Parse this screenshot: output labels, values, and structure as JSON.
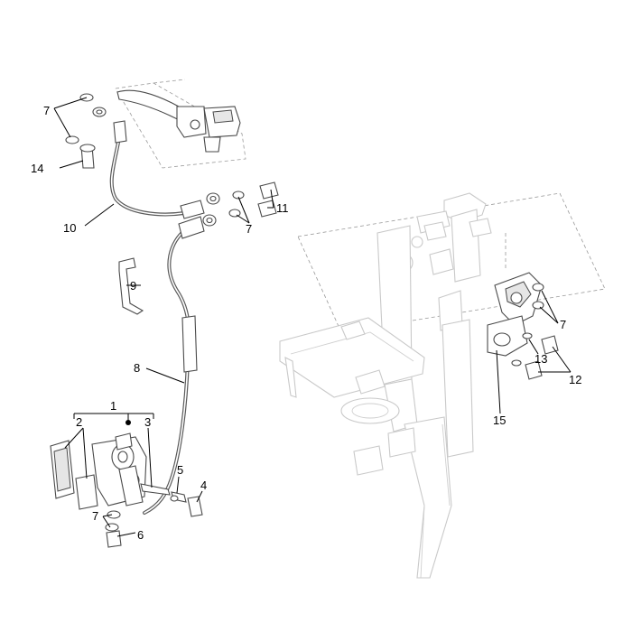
{
  "diagram": {
    "callouts": [
      {
        "id": "c1",
        "text": "1"
      },
      {
        "id": "c2",
        "text": "2"
      },
      {
        "id": "c3",
        "text": "3"
      },
      {
        "id": "c4",
        "text": "4"
      },
      {
        "id": "c5",
        "text": "5"
      },
      {
        "id": "c6",
        "text": "6"
      },
      {
        "id": "c7a",
        "text": "7"
      },
      {
        "id": "c7b",
        "text": "7"
      },
      {
        "id": "c7c",
        "text": "7"
      },
      {
        "id": "c7d",
        "text": "7"
      },
      {
        "id": "c8",
        "text": "8"
      },
      {
        "id": "c9",
        "text": "9"
      },
      {
        "id": "c10",
        "text": "10"
      },
      {
        "id": "c11",
        "text": "11"
      },
      {
        "id": "c12",
        "text": "12"
      },
      {
        "id": "c13",
        "text": "13"
      },
      {
        "id": "c14",
        "text": "14"
      },
      {
        "id": "c15",
        "text": "15"
      }
    ]
  }
}
